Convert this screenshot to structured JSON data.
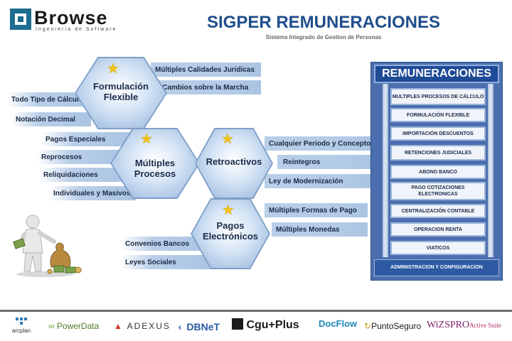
{
  "header": {
    "brand": "Browse",
    "brand_sub": "Ingeniería de Software",
    "title": "SIGPER REMUNERACIONES",
    "subtitle": "Sistema Integrado de Gestion de Personas"
  },
  "hexagons": {
    "formulacion": "Formulación Flexible",
    "multiples": "Múltiples Procesos",
    "retroactivos": "Retroactivos",
    "pagos": "Pagos Electrónicos"
  },
  "banners": {
    "calidades": "Múltiples Calidades Jurídicas",
    "cambios": "Cambios sobre la Marcha",
    "todo_tipo": "Todo Tipo de Cálculos",
    "notacion": "Notación Decimal",
    "pagos_especiales": "Pagos Especiales",
    "reprocesos": "Reprocesos",
    "reliquidaciones": "Reliquidaciones",
    "individuales": "Individuales y Masivos",
    "cualquier_periodo": "Cualquier Periodo y Concepto",
    "reintegros": "Reintegros",
    "ley_modernizacion": "Ley de Modernización",
    "formas_pago": "Múltiples Formas de Pago",
    "monedas": "Múltiples Monedas",
    "convenios": "Convenios Bancos",
    "leyes": "Leyes Sociales"
  },
  "panel": {
    "title": "REMUNERACIONES",
    "items": [
      "MULTIPLES PROCESOS DE CÁLCULO",
      "FORMULACIÓN FLEXIBLE",
      "IMPORTACIÓN DESCUENTOS",
      "RETENCIONES JUDICIALES",
      "ABONO BANCO",
      "PAGO COTIZACIONES ELECTRONICAS",
      "CENTRALIZACIÓN CONTABLE",
      "OPERACION RENTA",
      "VIATICOS"
    ],
    "footer": "ADMINISTRACION Y CONFIGURACION"
  },
  "partners": {
    "arcplan": "arcplan",
    "powerdata": "PowerData",
    "adexus": "ADEXUS",
    "dbnet": "DBNeT",
    "cguplus": "Cgu+Plus",
    "docflow": "DocFlow",
    "puntoseguro": "PuntoSeguro",
    "wizspro": "WiZSPRO",
    "wizspro_suffix": "Active Suite"
  }
}
